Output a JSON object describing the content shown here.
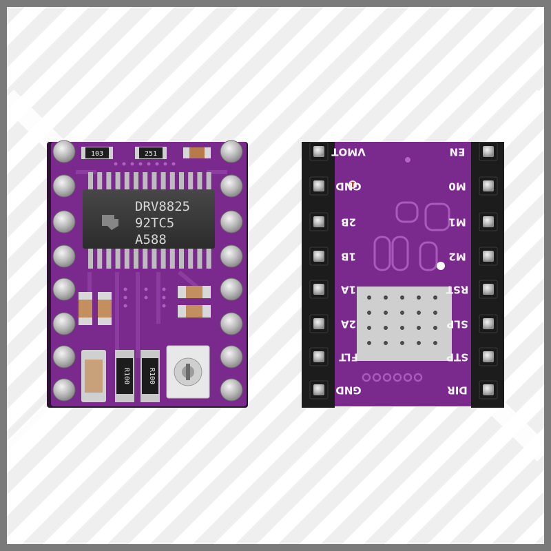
{
  "colors": {
    "frame": "#7a7a7a",
    "background": "#f2f2f2",
    "stripe": "#ffffff",
    "pcb": "#7a2a8c",
    "pcb_dark": "#5c1d6a",
    "pcb_trace": "#8e3aa0",
    "silkscreen": "#f4f4f4",
    "chip": "#3a3a3a",
    "pin": "#c8c8c8",
    "header": "#1c1c1c",
    "heatsink_pad": "#cfcfcf"
  },
  "front_board": {
    "chip_text": [
      "DRV8825",
      "92TC5",
      "A588"
    ],
    "top_resistors": [
      "103",
      "251"
    ],
    "current_resistors": [
      "R100",
      "R100"
    ]
  },
  "back_board": {
    "left_labels": [
      "VMOT",
      "GND",
      "2B",
      "1B",
      "1A",
      "2A",
      "FLT",
      "GND"
    ],
    "right_labels": [
      "EN",
      "M0",
      "M1",
      "M2",
      "RST",
      "SLP",
      "STP",
      "DIR"
    ]
  }
}
